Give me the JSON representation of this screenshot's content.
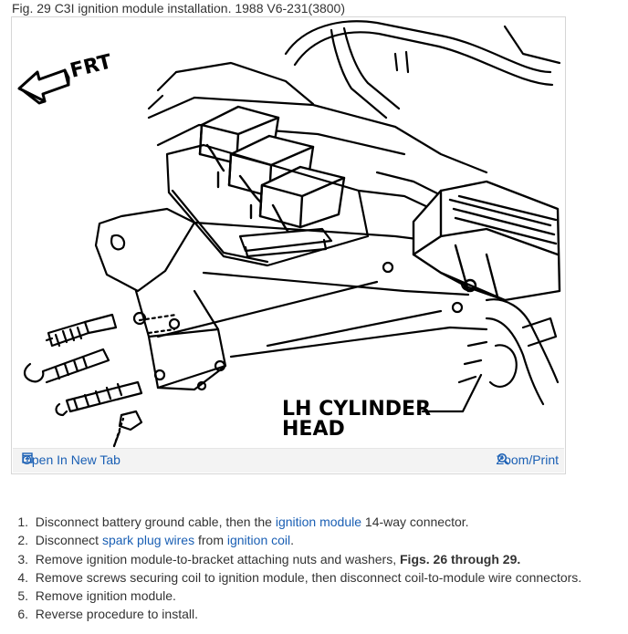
{
  "figure": {
    "caption": "Fig. 29 C3I ignition module installation. 1988 V6-231(3800)",
    "frt_label": "FRT",
    "callout_line1": "LH CYLINDER",
    "callout_line2": "HEAD",
    "open_label": "Open In New Tab",
    "zoom_label": "Zoom/Print"
  },
  "steps": [
    {
      "num": "1.",
      "parts": [
        {
          "text": "Disconnect battery ground cable, then the "
        },
        {
          "text": "ignition module",
          "link": true
        },
        {
          "text": " 14-way connector."
        }
      ]
    },
    {
      "num": "2.",
      "parts": [
        {
          "text": "Disconnect "
        },
        {
          "text": "spark plug wires",
          "link": true
        },
        {
          "text": " from "
        },
        {
          "text": "ignition coil",
          "link": true
        },
        {
          "text": "."
        }
      ]
    },
    {
      "num": "3.",
      "parts": [
        {
          "text": "Remove ignition module-to-bracket attaching nuts and washers, "
        },
        {
          "text": "Figs. 26 through 29.",
          "bold": true
        }
      ]
    },
    {
      "num": "4.",
      "parts": [
        {
          "text": "Remove screws securing coil to ignition module, then disconnect coil-to-module wire connectors."
        }
      ]
    },
    {
      "num": "5.",
      "parts": [
        {
          "text": "Remove ignition module."
        }
      ]
    },
    {
      "num": "6.",
      "parts": [
        {
          "text": "Reverse procedure to install."
        }
      ]
    }
  ]
}
